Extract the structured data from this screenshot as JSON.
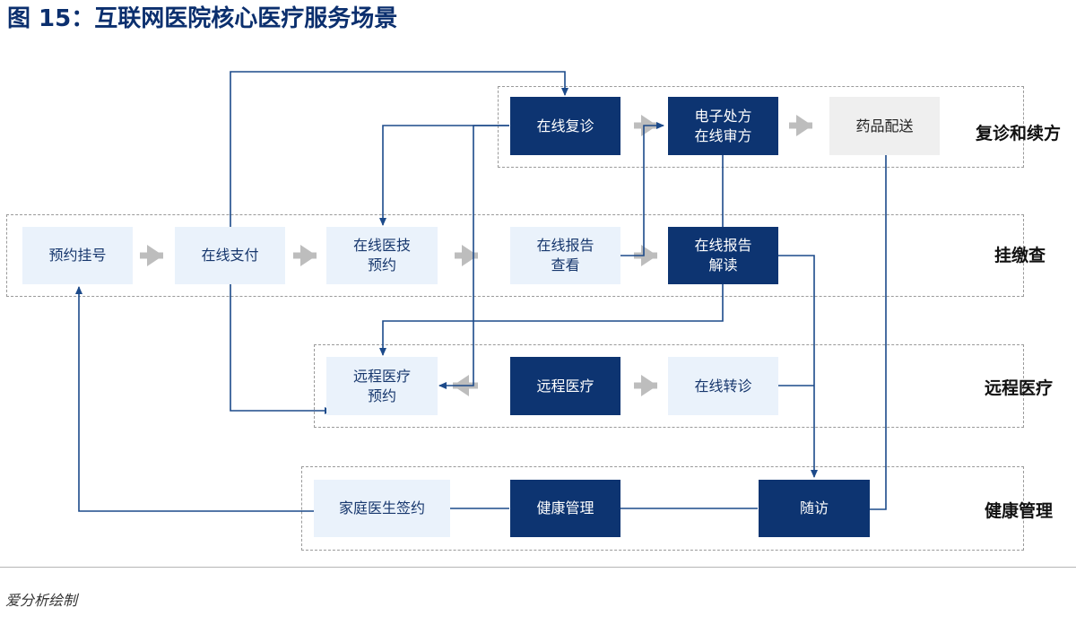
{
  "title": {
    "prefix": "图 15：",
    "text": "互联网医院核心医疗服务场景"
  },
  "groups": {
    "renewal": "复诊和续方",
    "registration": "挂缴查",
    "remote": "远程医疗",
    "health": "健康管理"
  },
  "nodes": {
    "online_followup": "在线复诊",
    "e_prescription": "电子处方\n在线审方",
    "drug_delivery": "药品配送",
    "appointment": "预约挂号",
    "online_payment": "在线支付",
    "exam_booking": "在线医技\n预约",
    "report_view": "在线报告\n查看",
    "report_read": "在线报告\n解读",
    "remote_booking": "远程医疗\n预约",
    "remote_care": "远程医疗",
    "transfer": "在线转诊",
    "family_doctor": "家庭医生签约",
    "health_mgmt": "健康管理",
    "followup_visit": "随访"
  },
  "colors": {
    "dark_node": "#0d3471",
    "light_node": "#eaf2fb",
    "gray_node": "#efefef",
    "line": "#1c4a8a",
    "arrow_gray": "#bdbdbd"
  },
  "source": "爱分析绘制"
}
